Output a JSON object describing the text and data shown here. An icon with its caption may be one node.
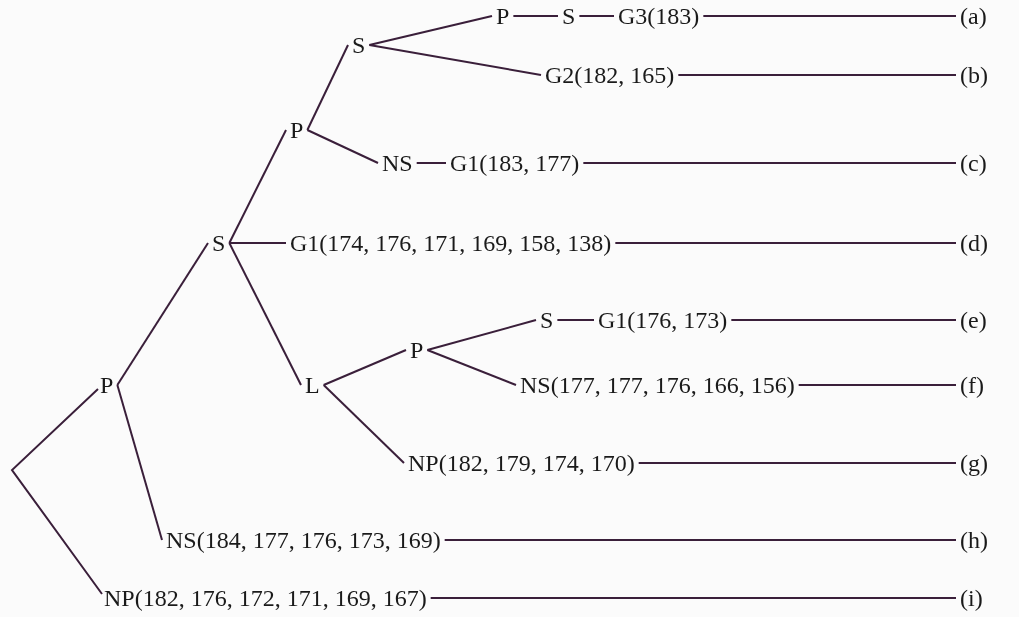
{
  "diagram": {
    "nodes": [
      {
        "text": [
          "P"
        ]
      },
      {
        "text": [
          "S"
        ]
      },
      {
        "text": [
          "P"
        ]
      },
      {
        "text": [
          "S"
        ]
      },
      {
        "text": [
          "P"
        ]
      },
      {
        "text": [
          "S"
        ]
      },
      {
        "text": [
          "G3(183)"
        ]
      },
      {
        "text": [
          "(a)"
        ]
      },
      {
        "text": [
          "G2(182, 165)"
        ]
      },
      {
        "text": [
          "(b)"
        ]
      },
      {
        "text": [
          "NS"
        ]
      },
      {
        "text": [
          "G1(183, 177)"
        ]
      },
      {
        "text": [
          "(c)"
        ]
      },
      {
        "text": [
          "G1(174, 176, 171, 169, 158, 138)"
        ]
      },
      {
        "text": [
          "(d)"
        ]
      },
      {
        "text": [
          "L"
        ]
      },
      {
        "text": [
          "P"
        ]
      },
      {
        "text": [
          "S"
        ]
      },
      {
        "text": [
          "G1(176, 173)"
        ]
      },
      {
        "text": [
          "(e)"
        ]
      },
      {
        "text": [
          "NS(177, 177, 176, 166, 156)"
        ]
      },
      {
        "text": [
          "(f)"
        ]
      },
      {
        "text": [
          "NP(182, 179, 174, 170)"
        ]
      },
      {
        "text": [
          "(g)"
        ]
      },
      {
        "text": [
          "NS(184, 177, 176, 173, 169)"
        ]
      },
      {
        "text": [
          "(h)"
        ]
      },
      {
        "text": [
          "NP(182, 176, 172, 171, 169, 167)"
        ]
      },
      {
        "text": [
          "(i)"
        ]
      }
    ],
    "edges": [
      {
        "from": 0,
        "to": 1,
        "arrow": "none"
      },
      {
        "from": 0,
        "to": 24,
        "arrow": "none"
      },
      {
        "from": 0,
        "to": 26,
        "arrow": "none"
      },
      {
        "from": 1,
        "to": 2,
        "arrow": "none"
      },
      {
        "from": 1,
        "to": 13,
        "arrow": "none"
      },
      {
        "from": 1,
        "to": 15,
        "arrow": "none"
      },
      {
        "from": 2,
        "to": 3,
        "arrow": "none"
      },
      {
        "from": 2,
        "to": 10,
        "arrow": "none"
      },
      {
        "from": 3,
        "to": 4,
        "arrow": "none"
      },
      {
        "from": 3,
        "to": 8,
        "arrow": "none"
      },
      {
        "from": 4,
        "to": 5,
        "arrow": "none"
      },
      {
        "from": 5,
        "to": 6,
        "arrow": "none"
      },
      {
        "from": 6,
        "to": 7,
        "arrow": "none"
      },
      {
        "from": 8,
        "to": 9,
        "arrow": "none"
      },
      {
        "from": 10,
        "to": 11,
        "arrow": "none"
      },
      {
        "from": 11,
        "to": 12,
        "arrow": "none"
      },
      {
        "from": 13,
        "to": 14,
        "arrow": "none"
      },
      {
        "from": 15,
        "to": 16,
        "arrow": "none"
      },
      {
        "from": 15,
        "to": 22,
        "arrow": "none"
      },
      {
        "from": 16,
        "to": 17,
        "arrow": "none"
      },
      {
        "from": 16,
        "to": 20,
        "arrow": "none"
      },
      {
        "from": 17,
        "to": 18,
        "arrow": "none"
      },
      {
        "from": 18,
        "to": 19,
        "arrow": "none"
      },
      {
        "from": 20,
        "to": 21,
        "arrow": "none"
      },
      {
        "from": 22,
        "to": 23,
        "arrow": "none"
      },
      {
        "from": 24,
        "to": 25,
        "arrow": "none"
      },
      {
        "from": 26,
        "to": 27,
        "arrow": "none"
      }
    ]
  }
}
